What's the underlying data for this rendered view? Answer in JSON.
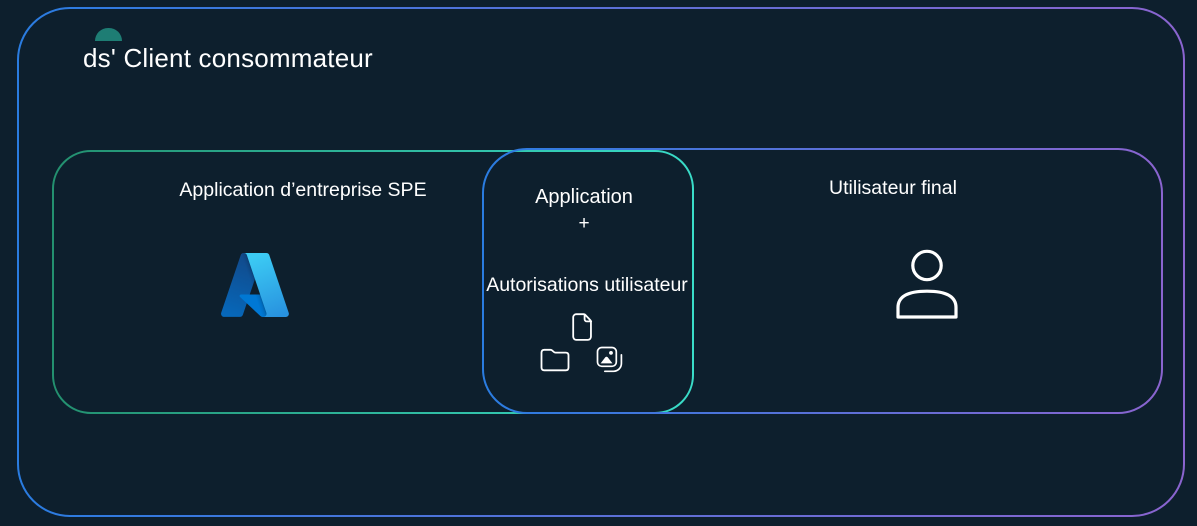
{
  "diagram": {
    "title": "ds' Client consommateur",
    "regions": {
      "left": {
        "label": "Application d’entreprise SPE",
        "icon": "azure-logo-icon"
      },
      "middle": {
        "line1": "Application",
        "plus": "+",
        "line2": "Autorisations utilisateur",
        "icons": [
          "document-icon",
          "folder-icon",
          "image-icon"
        ]
      },
      "right": {
        "label": "Utilisateur final",
        "icon": "person-icon"
      }
    },
    "colors": {
      "background": "#0d1f2d",
      "outer_border_start": "#2a7ce0",
      "outer_border_end": "#8a64cf",
      "left_region_border_start": "#23906f",
      "left_region_border_end": "#39dcc8",
      "right_region_border_start": "#2a7ce0",
      "right_region_border_end": "#8a64cf",
      "icon_stroke": "#ffffff",
      "dome": "#1e7d74",
      "azure_blue": "#0078d4"
    }
  }
}
